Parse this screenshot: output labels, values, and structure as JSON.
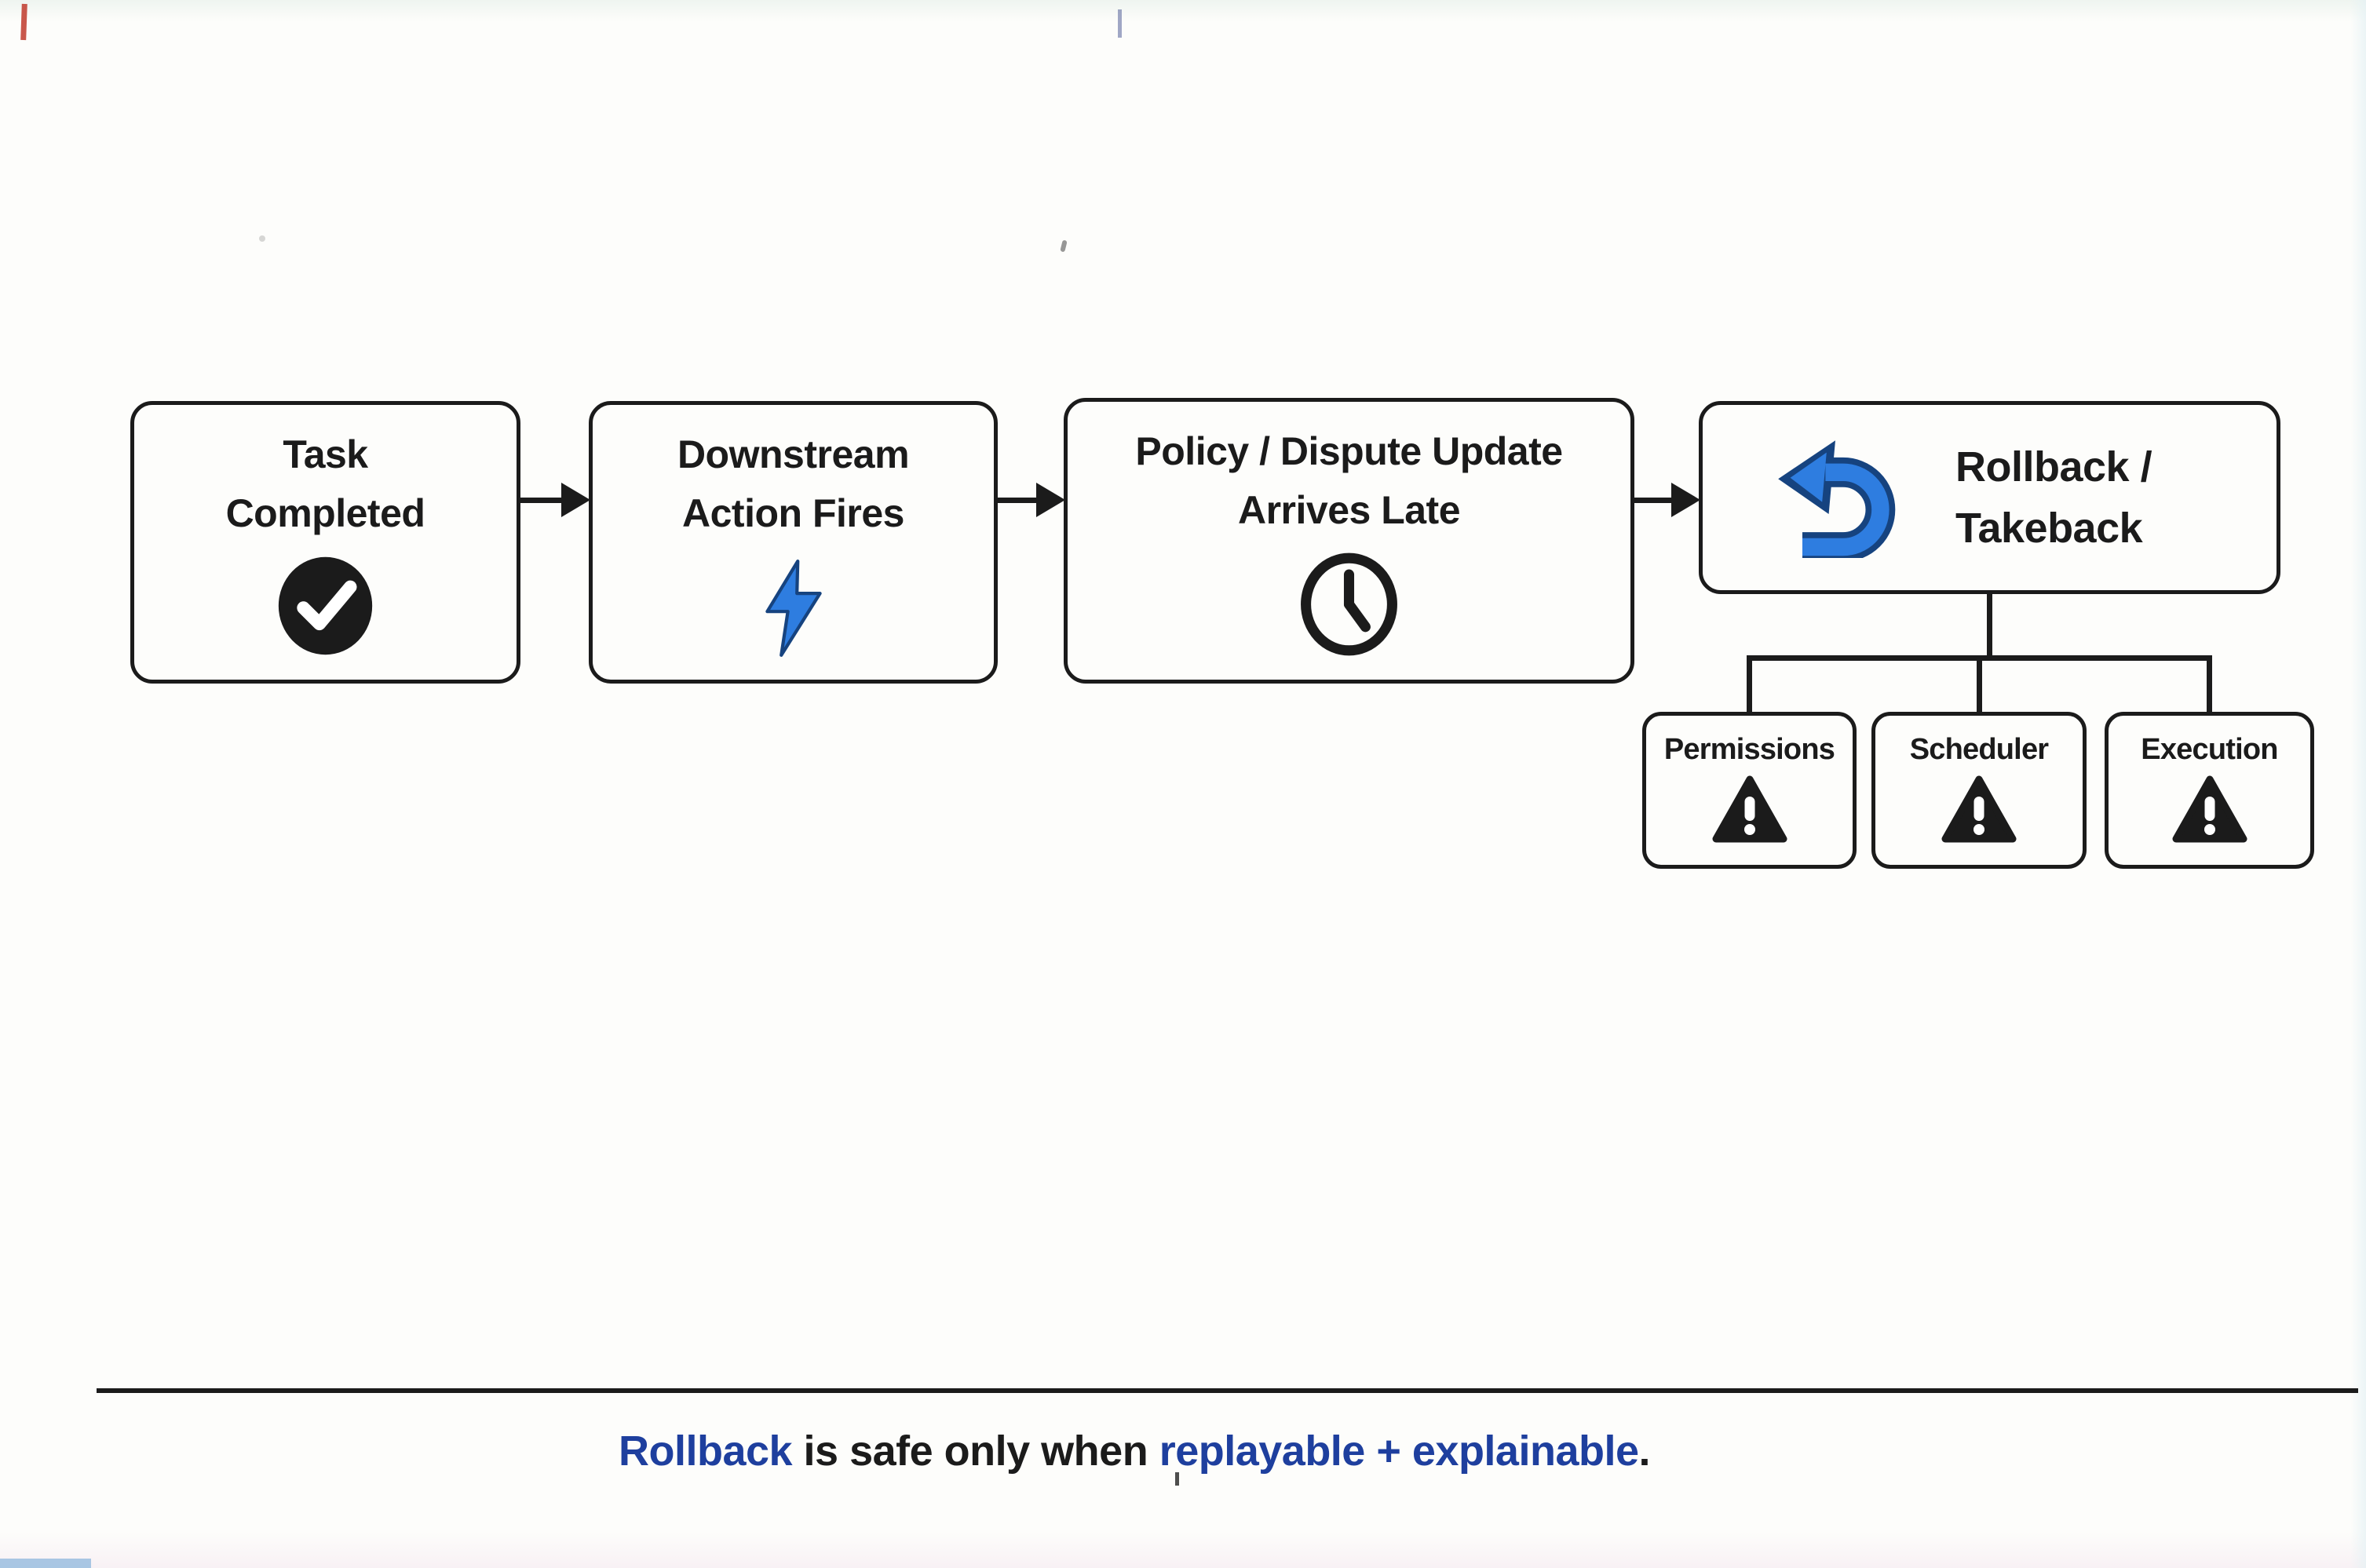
{
  "colors": {
    "paper": "#fdfdfb",
    "ink": "#1b1b1b",
    "caption_blue": "#1e3f9e",
    "icon_blue": "#2e7de0",
    "icon_blue_dark": "#16437f"
  },
  "flow": {
    "boxes": [
      {
        "line1": "Task",
        "line2": "Completed",
        "icon": "check-circle"
      },
      {
        "line1": "Downstream",
        "line2": "Action Fires",
        "icon": "lightning-bolt"
      },
      {
        "line1": "Policy / Dispute Update",
        "line2": "Arrives Late",
        "icon": "clock"
      },
      {
        "line1": "Rollback /",
        "line2": "Takeback",
        "icon": "undo-arrow"
      }
    ],
    "children": [
      {
        "label": "Permissions",
        "icon": "warning-triangle"
      },
      {
        "label": "Scheduler",
        "icon": "warning-triangle"
      },
      {
        "label": "Execution",
        "icon": "warning-triangle"
      }
    ]
  },
  "caption": {
    "seg1": "Rollback",
    "seg2": " is safe only when ",
    "seg3": "replayable + explainable",
    "seg4": "."
  }
}
